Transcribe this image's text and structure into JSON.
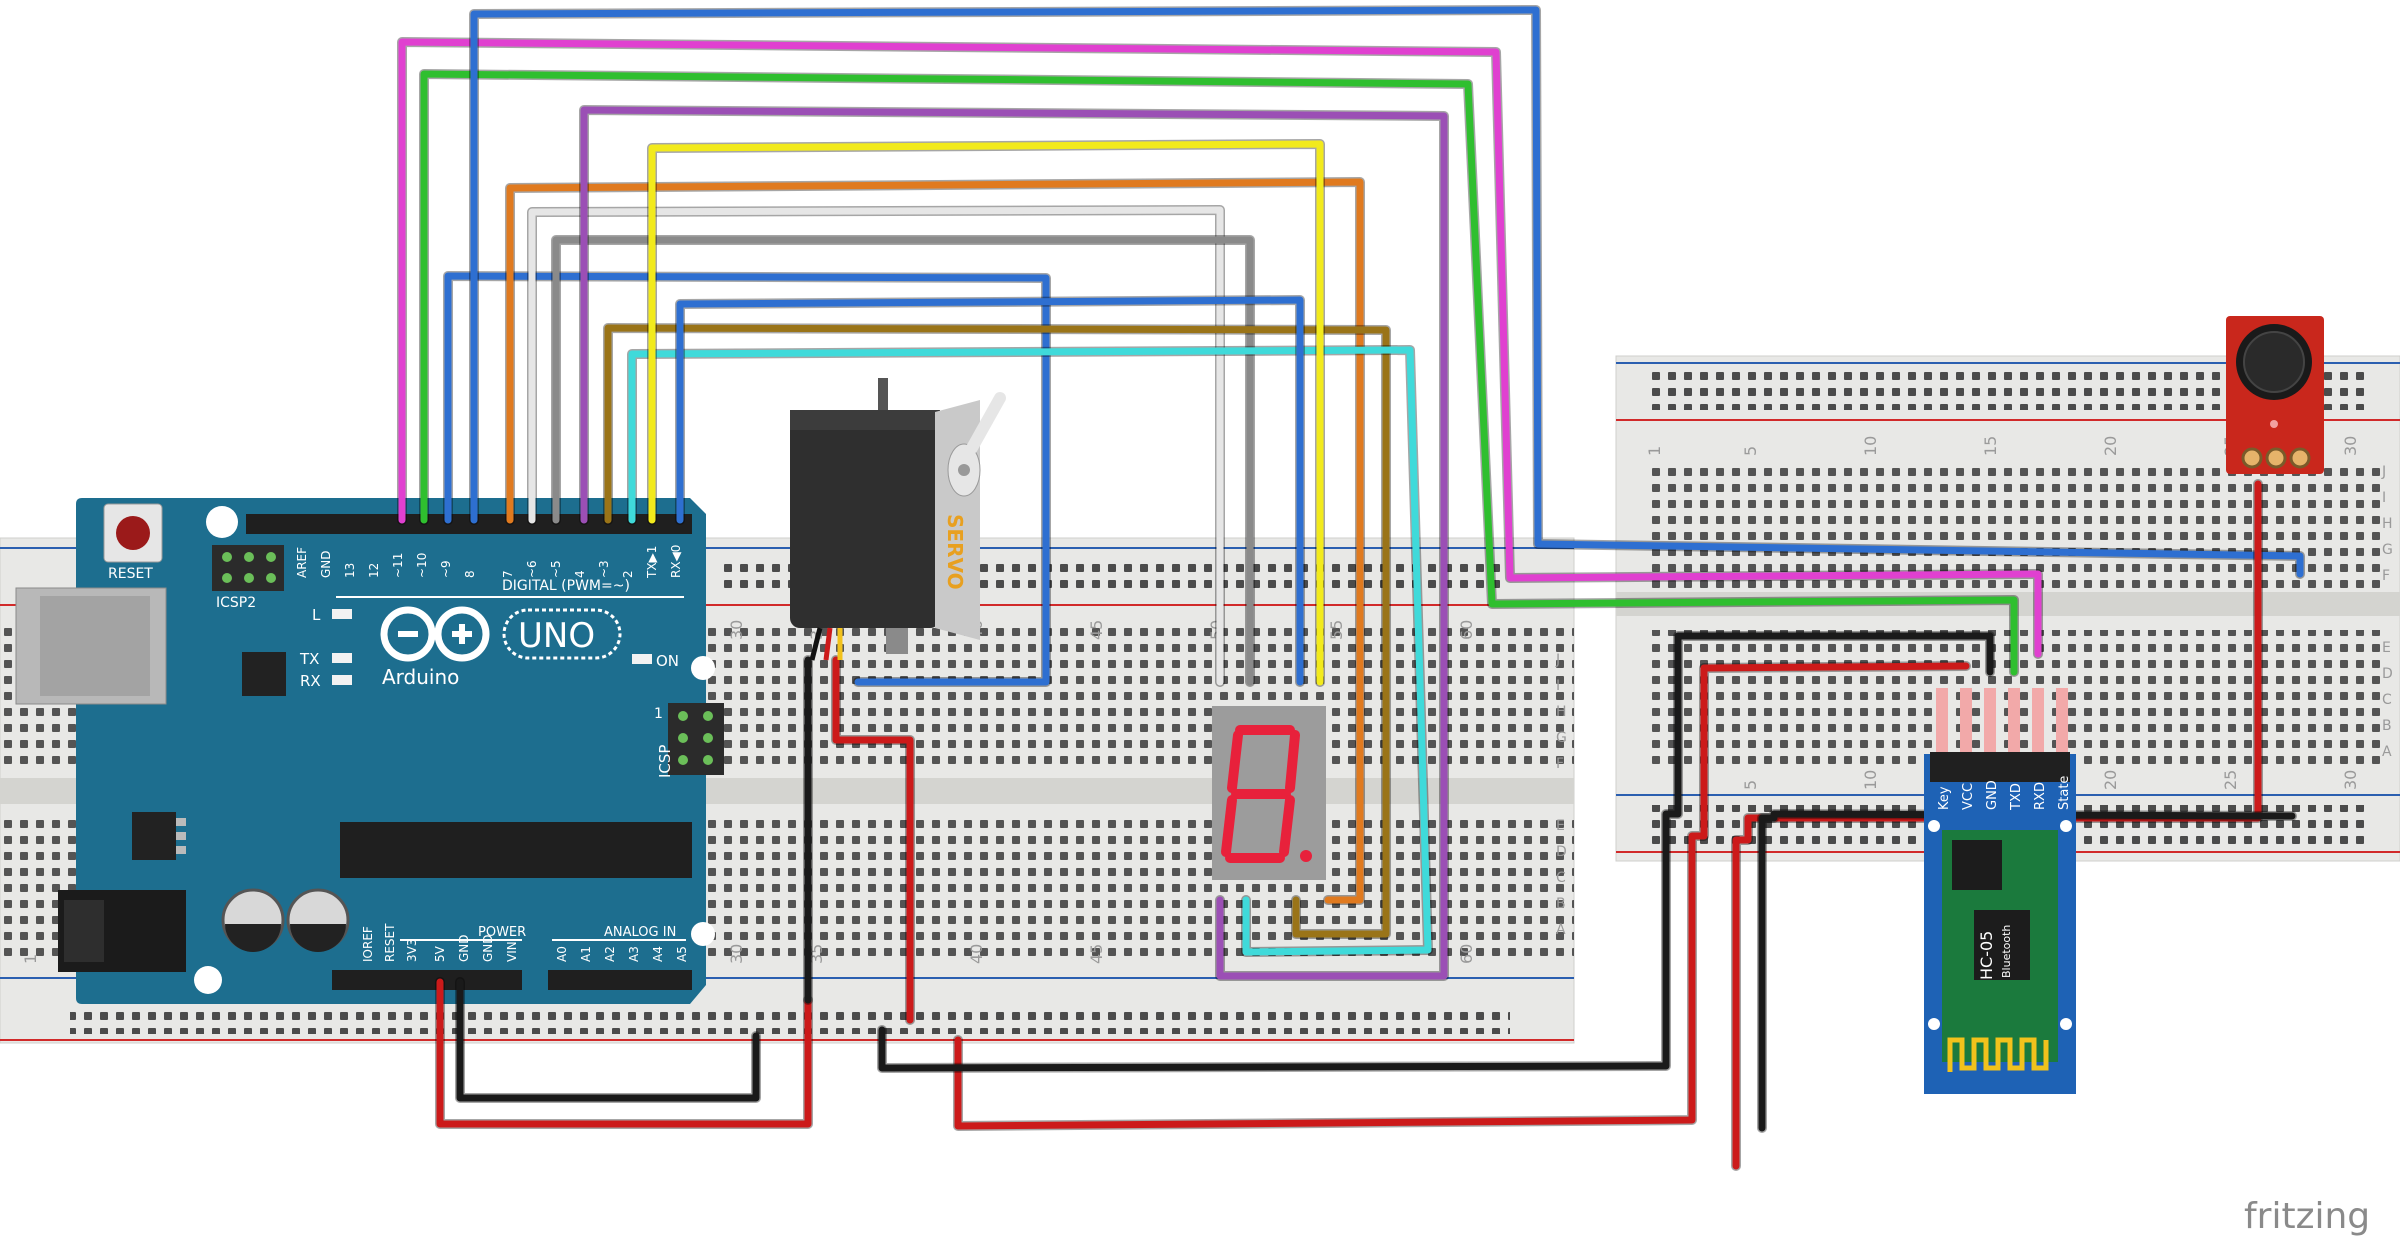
{
  "app": {
    "brand": "fritzing"
  },
  "colors": {
    "board": "#1d6e8f",
    "breadboard": "#e8e8e6",
    "rail_red": "#d12a2a",
    "rail_blue": "#2b5fb0",
    "segment_red": "#e8213b",
    "hc05_blue": "#1e62b5",
    "mic_red": "#c9271c"
  },
  "arduino": {
    "reset_label": "RESET",
    "icsp2_label": "ICSP2",
    "icsp_label": "ICSP",
    "l_label": "L",
    "tx_label": "TX",
    "rx_label": "RX",
    "on_label": "ON",
    "icsp_pin1": "1",
    "brand_label": "Arduino",
    "model_label": "UNO",
    "digital_label": "DIGITAL (PWM=~)",
    "power_label": "POWER",
    "analog_label": "ANALOG IN",
    "digital_pins": [
      "AREF",
      "GND",
      "13",
      "12",
      "~11",
      "~10",
      "~9",
      "8",
      "7",
      "~6",
      "~5",
      "4",
      "~3",
      "2",
      "TX▶1",
      "RX◀0"
    ],
    "power_pins": [
      "IOREF",
      "RESET",
      "3V3",
      "5V",
      "GND",
      "GND",
      "VIN"
    ],
    "analog_pins": [
      "A0",
      "A1",
      "A2",
      "A3",
      "A4",
      "A5"
    ]
  },
  "breadboard_left": {
    "row_letters_top": [
      "J",
      "I",
      "H",
      "G",
      "F"
    ],
    "row_letters_bottom": [
      "E",
      "D",
      "C",
      "B",
      "A"
    ],
    "col_numbers": [
      "30",
      "35",
      "40",
      "45",
      "50",
      "55",
      "60"
    ],
    "left_col_number": "1"
  },
  "breadboard_right": {
    "col_numbers": [
      "1",
      "5",
      "10",
      "15",
      "20",
      "25",
      "30"
    ],
    "row_letters_top": [
      "J",
      "I",
      "H",
      "G",
      "F"
    ],
    "row_letters_bottom": [
      "E",
      "D",
      "C",
      "B",
      "A"
    ]
  },
  "servo": {
    "label": "SERVO"
  },
  "hc05": {
    "model": "HC-05",
    "subtitle": "Bluetooth",
    "pins": [
      "Key",
      "VCC",
      "GND",
      "TXD",
      "RXD",
      "State"
    ]
  },
  "wires": [
    {
      "name": "wire-d11-magenta",
      "color": "#e040d0"
    },
    {
      "name": "wire-d10-green",
      "color": "#2fbf2f"
    },
    {
      "name": "wire-d9-blue",
      "color": "#2e6fd1"
    },
    {
      "name": "wire-d8-blue",
      "color": "#2e6fd1"
    },
    {
      "name": "wire-d7-orange",
      "color": "#e07a1f"
    },
    {
      "name": "wire-d6-white",
      "color": "#e6e6e6"
    },
    {
      "name": "wire-d5-gray",
      "color": "#8a8a8a"
    },
    {
      "name": "wire-d4-purple",
      "color": "#9b4fb5"
    },
    {
      "name": "wire-d3-brown",
      "color": "#9a7418"
    },
    {
      "name": "wire-d2-cyan",
      "color": "#3fdada"
    },
    {
      "name": "wire-d1-yellow",
      "color": "#f2ea1c"
    },
    {
      "name": "wire-d0-blue",
      "color": "#2e6fd1"
    },
    {
      "name": "wire-power-red",
      "color": "#cc1a1a"
    },
    {
      "name": "wire-ground-black",
      "color": "#1a1a1a"
    }
  ]
}
